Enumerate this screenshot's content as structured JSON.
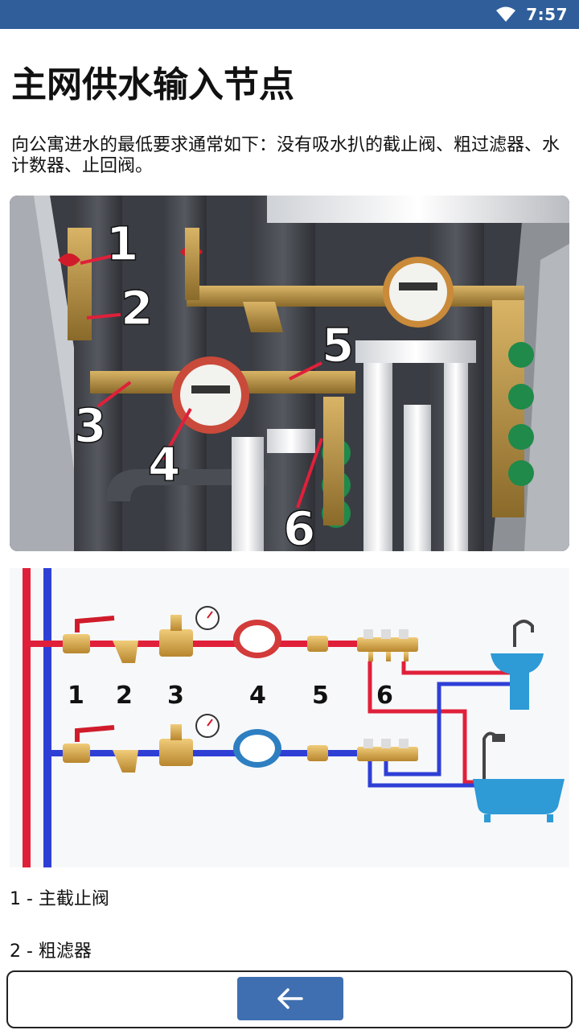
{
  "status_bar": {
    "time": "7:57",
    "wifi_icon": "wifi-icon",
    "background": "#2f5e9b"
  },
  "page": {
    "title": "主网供水输入节点",
    "intro": "向公寓进水的最低要求通常如下：没有吸水扒的截止阀、粗过滤器、水计数器、止回阀。"
  },
  "photo": {
    "labels": [
      "1",
      "2",
      "3",
      "4",
      "5",
      "6"
    ]
  },
  "diagram": {
    "numbers": [
      "1",
      "2",
      "3",
      "4",
      "5",
      "6"
    ],
    "hot_color": "#e0203a",
    "cold_color": "#2f3fd6"
  },
  "legend": [
    "1 - 主截止阀",
    "2 - 粗滤器"
  ],
  "bottom_bar": {
    "back_icon": "arrow-left-icon",
    "accent": "#3f6fb0"
  }
}
